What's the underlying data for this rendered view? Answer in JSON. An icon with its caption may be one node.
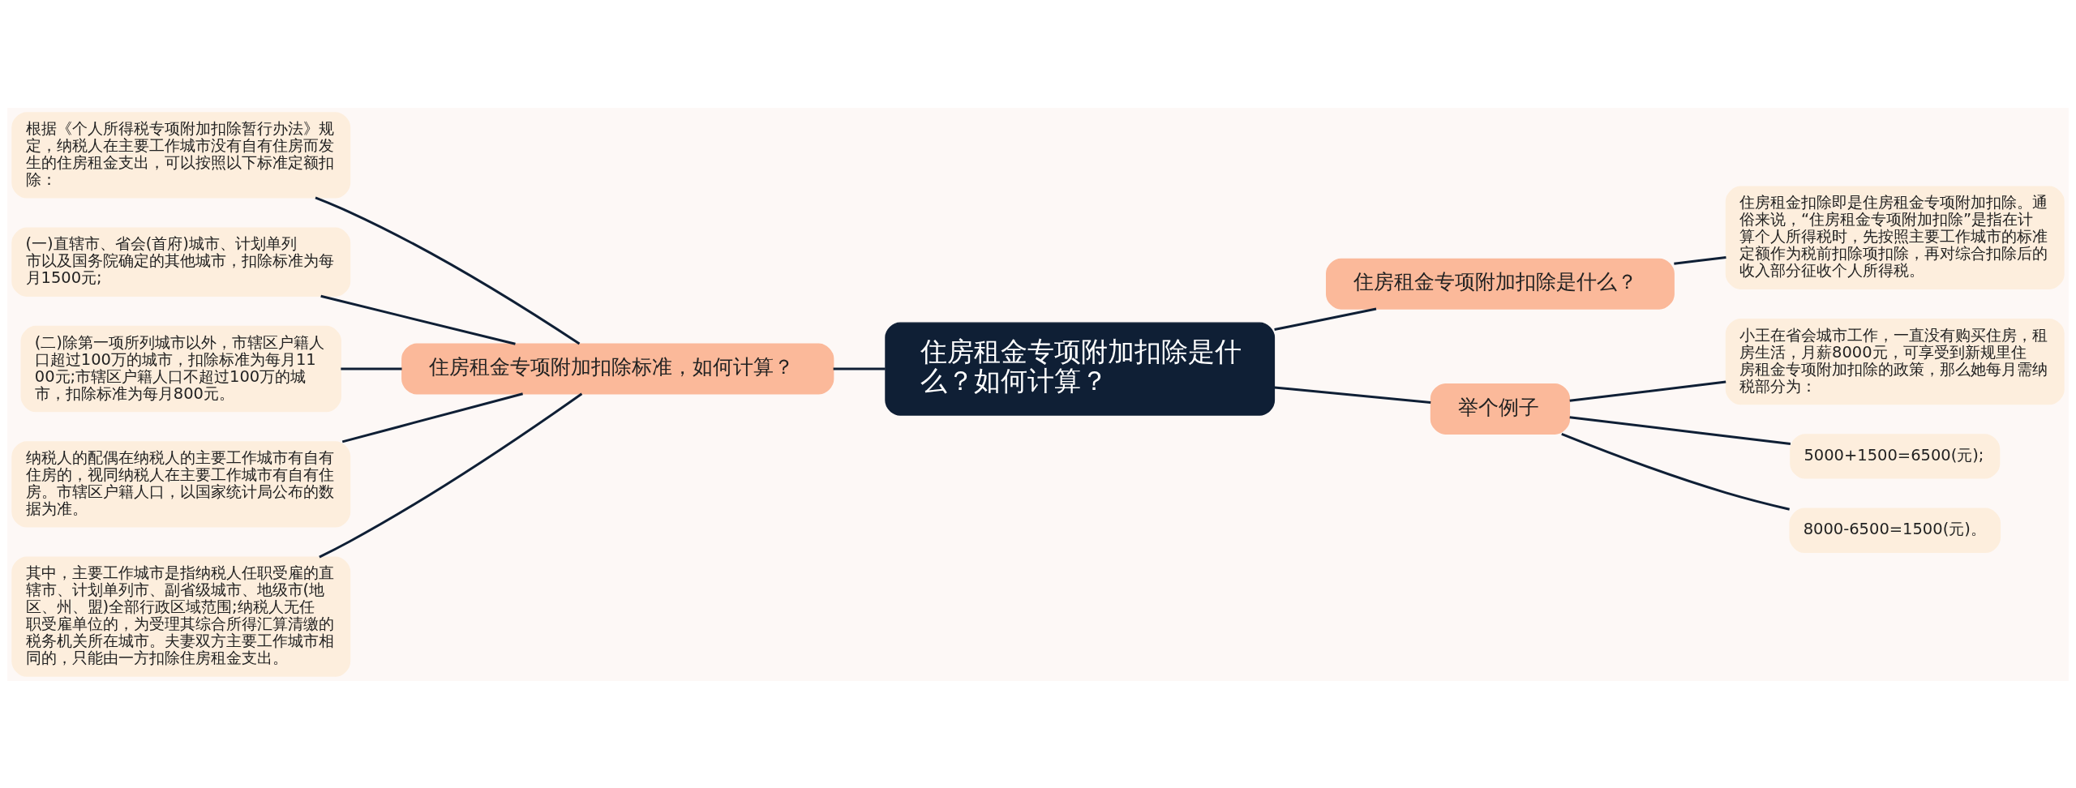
{
  "diagram": {
    "nodes": [
      {
        "text": [
          "住房租金专项附加扣除是什么？如何计算？"
        ]
      },
      {
        "text": [
          "住房租金专项附加扣除是什么？"
        ]
      },
      {
        "text": [
          "住房租金扣除即是住房租金专项附加扣除。通俗来说，“住房租金专项附加扣除”是指在计算个人所得税时，先按照主要工作城市的标准定额作为税前扣除项扣除，再对综合扣除后的收入部分征收个人所得税。"
        ]
      },
      {
        "text": [
          "举个例子"
        ]
      },
      {
        "text": [
          "小王在省会城市工作，一直没有购买住房，租房生活，月薪8000元，可享受到新规里住房租金专项附加扣除的政策，那么她每月需纳税部分为："
        ]
      },
      {
        "text": [
          "5000+1500=6500(元);"
        ]
      },
      {
        "text": [
          "8000-6500=1500(元)。"
        ]
      },
      {
        "text": [
          "住房租金专项附加扣除标准，如何计算？"
        ]
      },
      {
        "text": [
          "根据《个人所得税专项附加扣除暂行办法》规定，纳税人在主要工作城市没有自有住房而发生的住房租金支出，可以按照以下标准定额扣除："
        ]
      },
      {
        "text": [
          "(一)直辖市、省会(首府)城市、计划单列市以及国务院确定的其他城市，扣除标准为每月1500元;"
        ]
      },
      {
        "text": [
          "(二)除第一项所列城市以外，市辖区户籍人口超过100万的城市，扣除标准为每月1100元;市辖区户籍人口不超过100万的城市，扣除标准为每月800元。"
        ]
      },
      {
        "text": [
          "纳税人的配偶在纳税人的主要工作城市有自有住房的，视同纳税人在主要工作城市有自有住房。市辖区户籍人口，以国家统计局公布的数据为准。"
        ]
      },
      {
        "text": [
          "其中，主要工作城市是指纳税人任职受雇的直辖市、计划单列市、副省级城市、地级市(地区、州、盟)全部行政区域范围;纳税人无任职受雇单位的，为受理其综合所得汇算清缴的税务机关所在城市。夫妻双方主要工作城市相同的，只能由一方扣除住房租金支出。"
        ]
      }
    ],
    "edges": [
      {
        "from": 0,
        "to": 1,
        "arrow": "none"
      },
      {
        "from": 1,
        "to": 2,
        "arrow": "none"
      },
      {
        "from": 0,
        "to": 3,
        "arrow": "none"
      },
      {
        "from": 3,
        "to": 4,
        "arrow": "none"
      },
      {
        "from": 3,
        "to": 5,
        "arrow": "none"
      },
      {
        "from": 3,
        "to": 6,
        "arrow": "none"
      },
      {
        "from": 0,
        "to": 7,
        "arrow": "none"
      },
      {
        "from": 7,
        "to": 8,
        "arrow": "none"
      },
      {
        "from": 7,
        "to": 9,
        "arrow": "none"
      },
      {
        "from": 7,
        "to": 10,
        "arrow": "none"
      },
      {
        "from": 7,
        "to": 11,
        "arrow": "none"
      },
      {
        "from": 7,
        "to": 12,
        "arrow": "none"
      }
    ]
  }
}
